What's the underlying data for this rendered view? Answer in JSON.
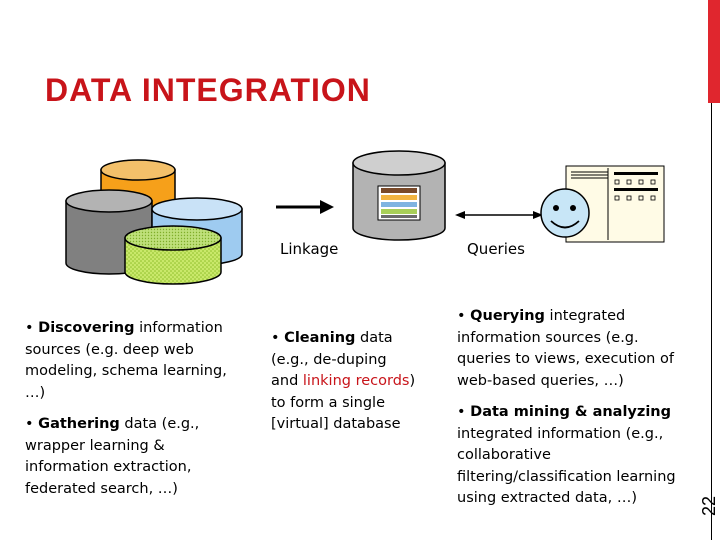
{
  "slide": {
    "title": "DATA INTEGRATION",
    "number": "22",
    "accent_color": "#e0262e",
    "title_color": "#c8141a"
  },
  "diagram": {
    "linkage_label": "Linkage",
    "queries_label": "Queries"
  },
  "col1": {
    "discover": {
      "bullet": "•",
      "lead": "Discovering",
      "rest": " information sources (e.g. deep web modeling, schema learning, …)"
    },
    "gather": {
      "bullet": "•",
      "lead": "Gathering",
      "rest": " data (e.g., wrapper learning & information extraction, federated search, …)"
    }
  },
  "col2": {
    "bullet": "•",
    "lead": "Cleaning",
    "part1": " data (e.g., de-duping and ",
    "highlight1": "linking",
    "part2": " ",
    "highlight2": "records",
    "part3": ") to form a single [virtual] database"
  },
  "col3": {
    "query": {
      "bullet": "•",
      "lead": "Querying",
      "rest": " integrated information sources (e.g. queries to views, execution of web-based queries, …)"
    },
    "mining": {
      "bullet": "•",
      "lead": "Data mining & analyzing",
      "rest": " integrated information (e.g., collaborative filtering/classification learning using extracted data, …)"
    }
  }
}
